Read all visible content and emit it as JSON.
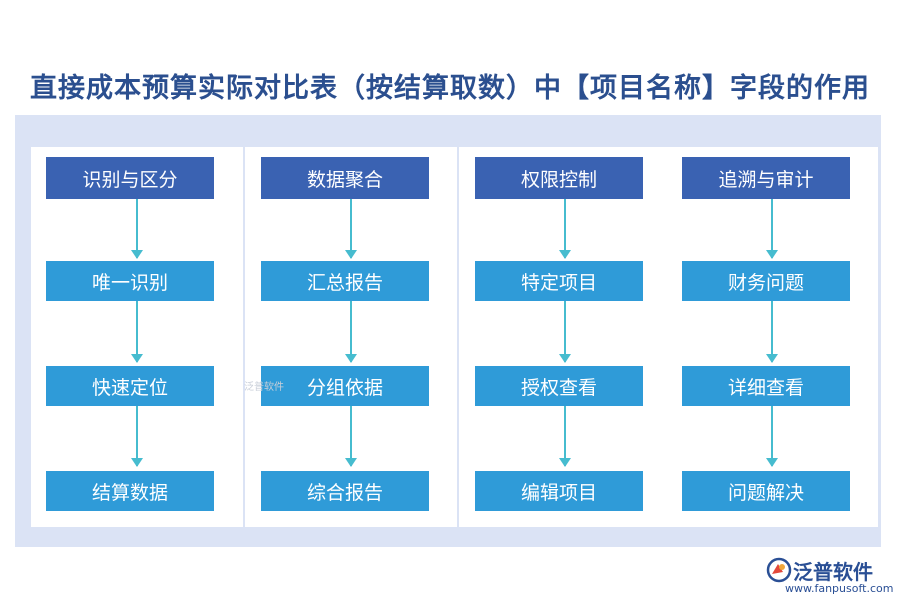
{
  "title": "直接成本预算实际对比表（按结算取数）中【项目名称】字段的作用",
  "columns": [
    {
      "header": "识别与区分",
      "items": [
        "唯一识别",
        "快速定位",
        "结算数据"
      ]
    },
    {
      "header": "数据聚合",
      "items": [
        "汇总报告",
        "分组依据",
        "综合报告"
      ]
    },
    {
      "header": "权限控制",
      "items": [
        "特定项目",
        "授权查看",
        "编辑项目"
      ]
    },
    {
      "header": "追溯与审计",
      "items": [
        "财务问题",
        "详细查看",
        "问题解决"
      ]
    }
  ],
  "watermark": "泛普软件",
  "logo": {
    "name": "泛普软件",
    "url": "www.fanpusoft.com"
  },
  "colors": {
    "header": "#3a62b2",
    "item": "#2f9bd8",
    "arrow": "#46bccf",
    "panel": "#dbe3f5",
    "title": "#2b4f8f"
  }
}
